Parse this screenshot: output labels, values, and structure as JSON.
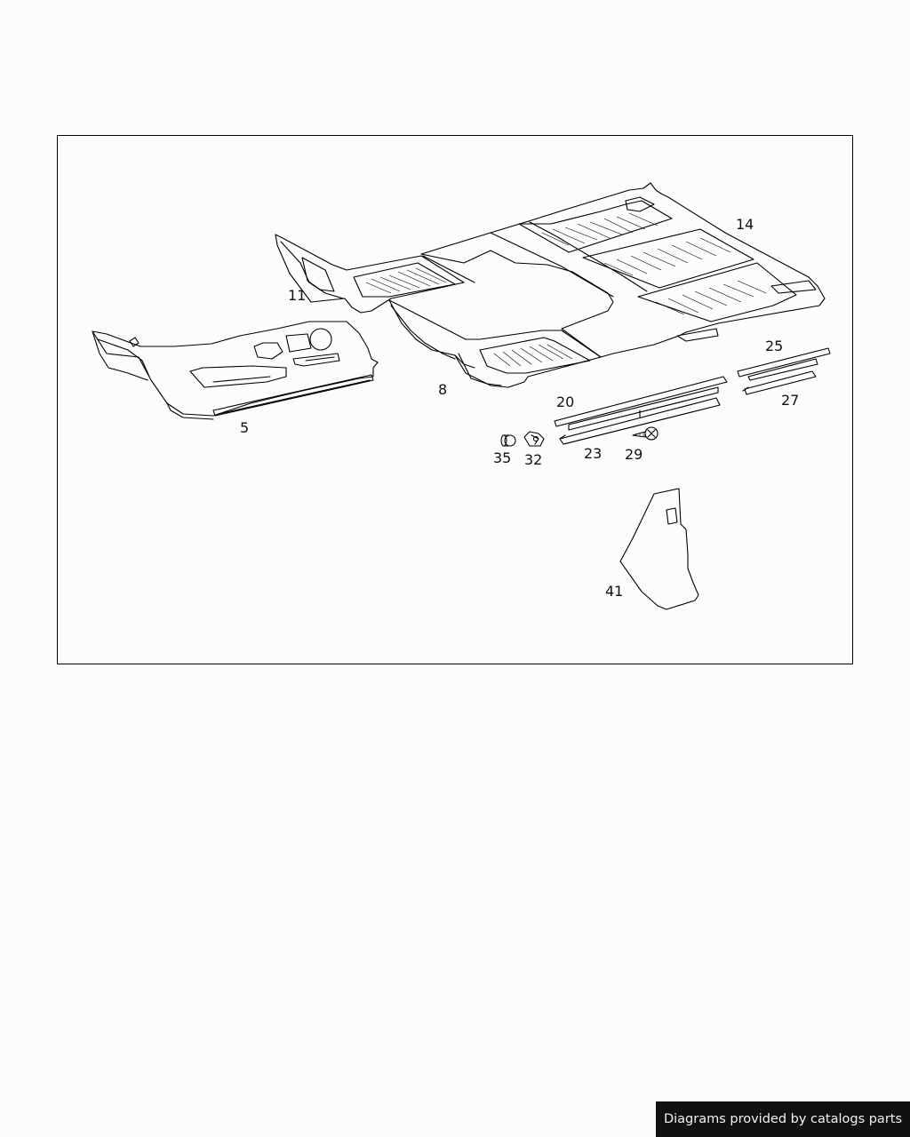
{
  "diagram": {
    "callouts": {
      "p5": "5",
      "p8": "8",
      "p11": "11",
      "p14": "14",
      "p20": "20",
      "p23": "23",
      "p25": "25",
      "p27": "27",
      "p29": "29",
      "p32": "32",
      "p35": "35",
      "p41": "41"
    }
  },
  "footer": {
    "credit": "Diagrams provided by catalogs parts"
  }
}
